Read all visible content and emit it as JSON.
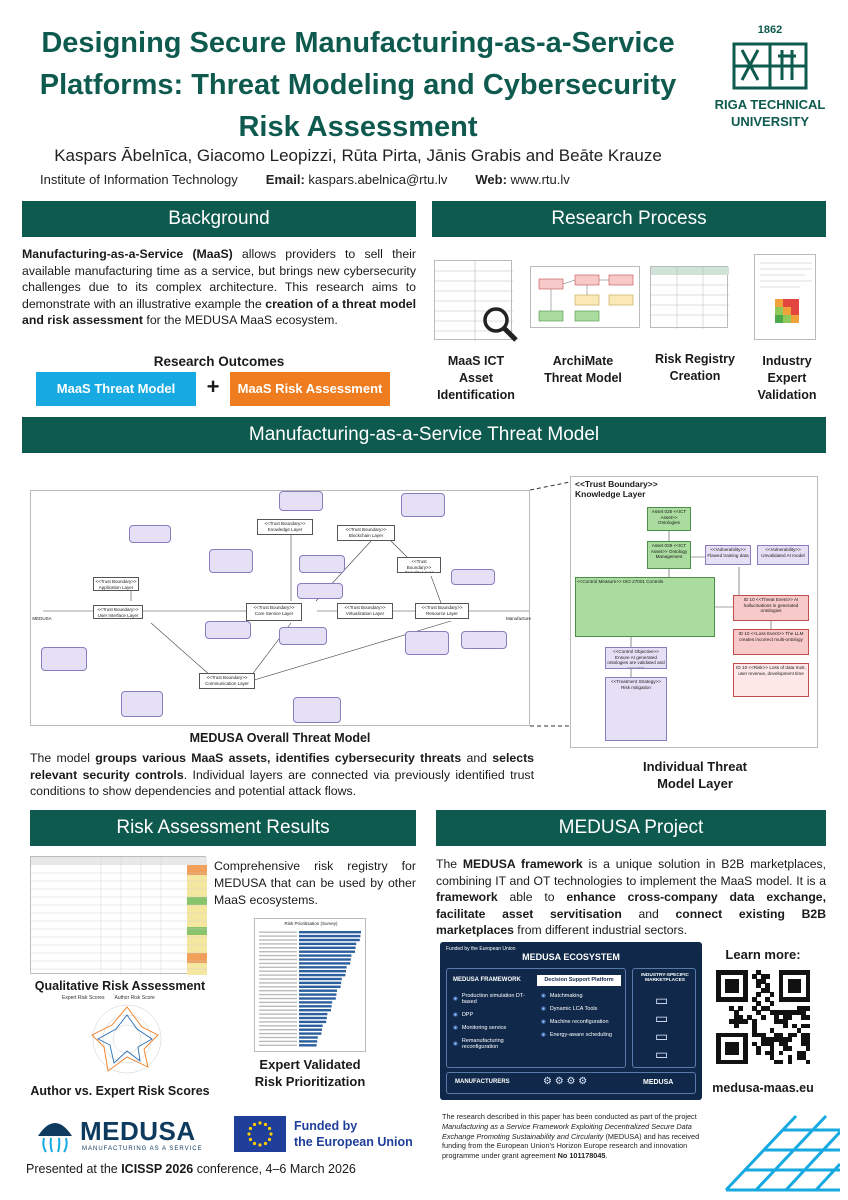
{
  "header": {
    "title": "Designing Secure Manufacturing-as-a-Service Platforms: Threat Modeling and Cybersecurity Risk Assessment",
    "authors": "Kaspars Ābelnīca, Giacomo Leopizzi, Rūta Pirta, Jānis Grabis and Beāte Krauze",
    "institute": "Institute of Information Technology",
    "email_label": "Email:",
    "email": "kaspars.abelnica@rtu.lv",
    "web_label": "Web:",
    "web": "www.rtu.lv",
    "logo_year": "1862",
    "logo_name_1": "RIGA TECHNICAL",
    "logo_name_2": "UNIVERSITY"
  },
  "background": {
    "heading": "Background",
    "p1_bold": "Manufacturing-as-a-Service (MaaS)",
    "p1_rest": " allows providers to sell their available manufacturing time as a service, but brings new cybersecurity challenges due to its complex architecture. This research aims to demonstrate with an illustrative example the ",
    "p1_bold2": "creation of a threat model and risk assessment",
    "p1_end": " for the MEDUSA MaaS ecosystem.",
    "outcomes_heading": "Research Outcomes",
    "outcome_1": "MaaS Threat Model",
    "plus": "+",
    "outcome_2": "MaaS Risk Assessment"
  },
  "process": {
    "heading": "Research Process",
    "steps": [
      {
        "line1": "MaaS ICT",
        "line2": "Asset",
        "line3": "Identification"
      },
      {
        "line1": "ArchiMate",
        "line2": "Threat Model",
        "line3": ""
      },
      {
        "line1": "Risk Registry",
        "line2": "Creation",
        "line3": ""
      },
      {
        "line1": "Industry",
        "line2": "Expert",
        "line3": "Validation"
      }
    ]
  },
  "threat_model": {
    "heading": "Manufacturing-as-a-Service Threat Model",
    "overall_caption": "MEDUSA Overall Threat Model",
    "desc_1": "The model ",
    "desc_b1": "groups various MaaS assets, identifies cybersecurity threats",
    "desc_2": " and ",
    "desc_b2": "selects relevant security controls",
    "desc_3": ". Individual layers are connected via previously identified trust conditions to show dependencies and potential attack flows.",
    "layer_caption_1": "Individual Threat",
    "layer_caption_2": "Model Layer",
    "layer_title_1": "<<Trust Boundary>>",
    "layer_title_2": "Knowledge Layer",
    "diagram_nodes": [
      "<<Trust Boundary>> Application Layer",
      "<<Trust Boundary>> User Interface Layer",
      "<<Trust Boundary>> Core Service Layer",
      "<<Trust Boundary>> Knowledge Layer",
      "<<Trust Boundary>> Blockchain Layer",
      "<<Trust Boundary>> Security Layer",
      "<<Trust Boundary>> Virtualization Layer",
      "<<Trust Boundary>> Resource Layer",
      "<<Trust Boundary>> Communication Layer",
      "MEDUSA User",
      "Manufacturer"
    ],
    "layer_nodes": {
      "asset1": "Asset 028 <<ICT Asset>> Ontologies",
      "asset2": "Asset 029 <<ICT Asset>> Ontology Management",
      "vuln1": "<<Vulnerability>> Flawed training data",
      "vuln2": "<<Vulnerability>> Unvalidated AI model",
      "controls": "<<Control Measure>> ISO 27001 Controls",
      "threat": "ID 10 <<Threat Event>> AI hallucinations in generated ontologies",
      "loss": "ID 10 <<Loss Event>> The LLM creates incorrect multi-ontology",
      "risk": "ID 10 <<Risk>> Loss of data trust, user revenue, development time",
      "objective": "<<Control Objective>> Ensure AI generated ontologies are validated and accurate",
      "strategy": "<<Treatment Strategy>> Risk mitigation"
    }
  },
  "risk": {
    "heading": "Risk Assessment Results",
    "desc": "Comprehensive risk registry for MEDUSA that can be used by other MaaS ecosystems.",
    "caption_qual": "Qualitative Risk Assessment",
    "caption_radar": "Author vs. Expert Risk Scores",
    "caption_expert_1": "Expert Validated",
    "caption_expert_2": "Risk Prioritization",
    "radar_legend_1": "Expert Risk Scores",
    "radar_legend_2": "Author Risk Score",
    "bar_chart_title": "Risk Prioritisation (Survey)"
  },
  "medusa": {
    "heading": "MEDUSA Project",
    "p_1": "The ",
    "p_b1": "MEDUSA framework",
    "p_2": " is a unique solution in B2B marketplaces, combining IT and OT technologies to implement the MaaS model. It is a ",
    "p_b2": "framework",
    "p_3": " able to ",
    "p_b3": "enhance cross-company data exchange, facilitate asset servitisation",
    "p_4": " and ",
    "p_b4": "connect existing B2B marketplaces",
    "p_5": " from different industrial sectors.",
    "eco_funded": "Funded by the European Union",
    "eco_title": "MEDUSA ECOSYSTEM",
    "eco_framework": "MEDUSA FRAMEWORK",
    "eco_dsp": "Decision Support Platform",
    "eco_left": [
      "Production simulation DT-based",
      "DPP",
      "Monitoring service",
      "Remanufacturing reconfiguration"
    ],
    "eco_right": [
      "Matchmaking",
      "Dynamic LCA Tools",
      "Machine reconfiguration",
      "Energy-aware scheduling"
    ],
    "eco_industry": "INDUSTRY-SPECIFIC MARKETPLACES",
    "eco_manufacturers": "MANUFACTURERS",
    "eco_brand": "MEDUSA",
    "learn_more": "Learn more:",
    "site": "medusa-maas.eu"
  },
  "footer": {
    "brand": "MEDUSA",
    "brand_sub": "MANUFACTURING AS A SERVICE",
    "eu_1": "Funded by",
    "eu_2": "the European Union",
    "presented_1": "Presented at the ",
    "presented_b": "ICISSP 2026",
    "presented_2": " conference, 4–6 March 2026",
    "funding_1": "The research described in this paper has been conducted as part of the project ",
    "funding_i": "Manufacturing as a Service Framework Exploiting Decentralized Secure Data Exchange Promoting Sustainability and Circularity",
    "funding_2": " (MEDUSA) and has received funding from the European Union's Horizon Europe research and innovation programme under grant agreement ",
    "funding_b": "No 101178045",
    "funding_3": "."
  }
}
